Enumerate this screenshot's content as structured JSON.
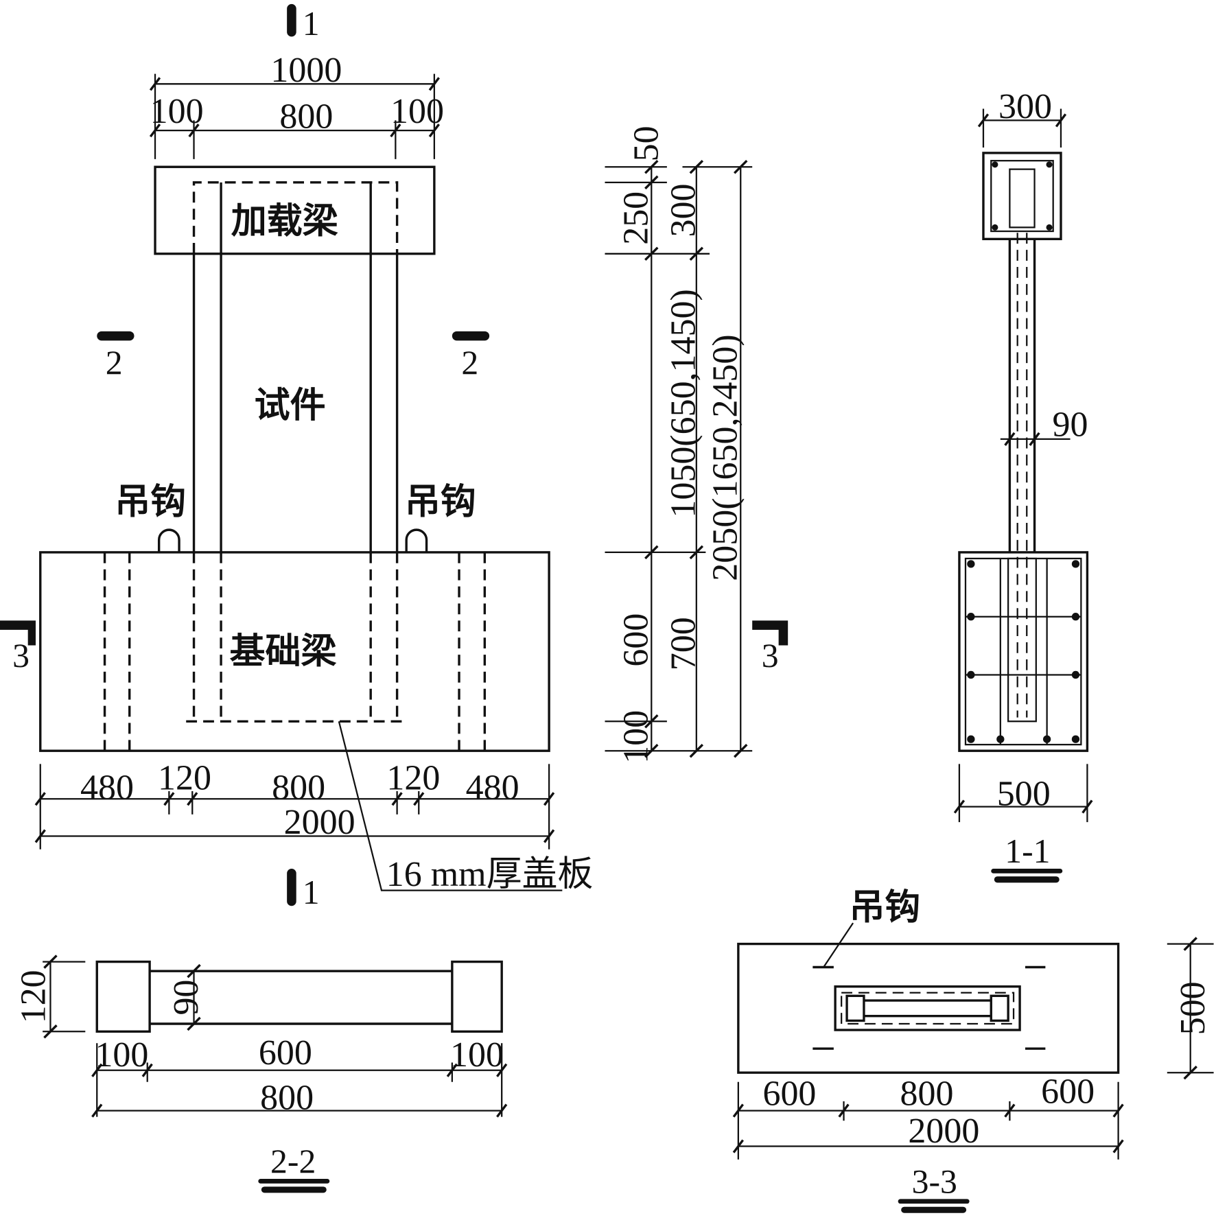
{
  "labels": {
    "loading_beam": "加载梁",
    "specimen": "试件",
    "hook_left": "吊钩",
    "hook_right": "吊钩",
    "foundation_beam": "基础梁",
    "cover_plate": "16 mm厚盖板",
    "hook_33": "吊钩"
  },
  "section_marks": {
    "s1_top": "1",
    "s1_bottom": "1",
    "s2_left": "2",
    "s2_right": "2",
    "s3_left": "3",
    "s3_right": "3"
  },
  "elevation_dims": {
    "top_total": "1000",
    "top_parts": [
      "100",
      "800",
      "100"
    ],
    "bottom_parts": [
      "480",
      "120",
      "800",
      "120",
      "480"
    ],
    "bottom_total": "2000",
    "vert_a": [
      "50",
      "250",
      "600",
      "100"
    ],
    "vert_b": [
      "300",
      "1050(650,1450)",
      "700"
    ],
    "vert_c": "2050(1650,2450)"
  },
  "section_1_1": {
    "title": "1-1",
    "width_top": "300",
    "web": "90",
    "width_base": "500"
  },
  "section_2_2": {
    "title": "2-2",
    "height": "120",
    "web": "90",
    "parts": [
      "100",
      "600",
      "100"
    ],
    "total": "800"
  },
  "section_3_3": {
    "title": "3-3",
    "height": "500",
    "parts": [
      "600",
      "800",
      "600"
    ],
    "total": "2000"
  }
}
